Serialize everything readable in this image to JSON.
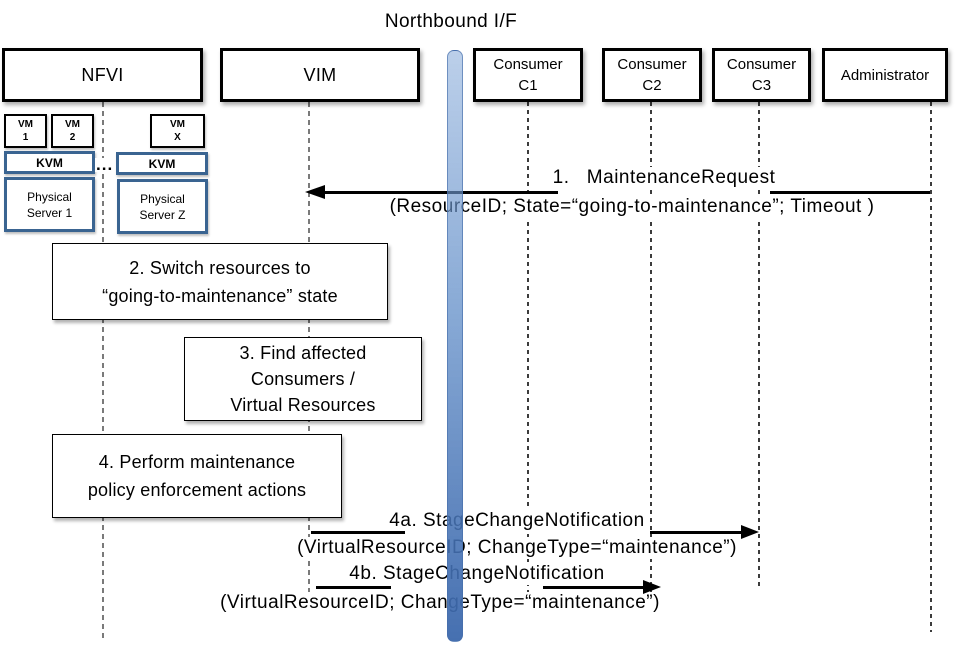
{
  "title": "Northbound I/F",
  "actors": [
    {
      "label": "NFVI"
    },
    {
      "label": "VIM"
    },
    {
      "label_line1": "Consumer",
      "label_line2": "C1"
    },
    {
      "label_line1": "Consumer",
      "label_line2": "C2"
    },
    {
      "label_line1": "Consumer",
      "label_line2": "C3"
    },
    {
      "label": "Administrator"
    }
  ],
  "nfvi": {
    "vms": [
      {
        "line1": "VM",
        "line2": "1"
      },
      {
        "line1": "VM",
        "line2": "2"
      },
      {
        "line1": "VM",
        "line2": "X"
      }
    ],
    "hypervisors": [
      {
        "label": "KVM"
      },
      {
        "label": "KVM"
      }
    ],
    "servers": [
      {
        "line1": "Physical",
        "line2": "Server 1"
      },
      {
        "line1": "Physical",
        "line2": "Server Z"
      }
    ],
    "ellipsis": "..."
  },
  "activities": [
    {
      "lines": [
        "2. Switch resources to",
        "“going-to-maintenance” state"
      ]
    },
    {
      "lines": [
        "3. Find affected",
        "Consumers /",
        "Virtual Resources"
      ]
    },
    {
      "lines": [
        "4. Perform maintenance",
        "policy enforcement actions"
      ]
    }
  ],
  "messages": [
    {
      "label": "1.   MaintenanceRequest",
      "params": "(ResourceID; State=“going-to-maintenance”; Timeout )"
    },
    {
      "label": "4a. StageChangeNotification",
      "params": "(VirtualResourceID; ChangeType=“maintenance”)"
    },
    {
      "label": "4b. StageChangeNotification",
      "params": "(VirtualResourceID; ChangeType=“maintenance”)"
    }
  ],
  "colors": {
    "actor_border": "#000000",
    "component_border": "#3a6491",
    "bar_top": "#a9c5ea",
    "bar_bottom": "#4d80bd"
  }
}
